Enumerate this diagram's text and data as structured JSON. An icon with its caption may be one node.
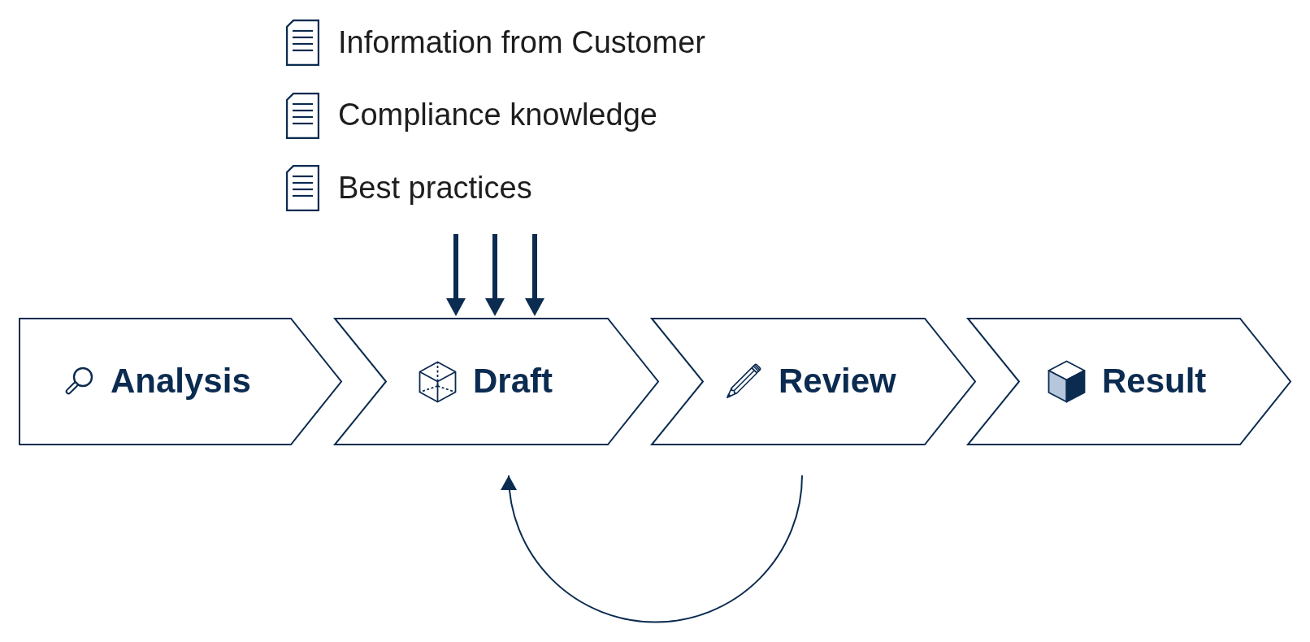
{
  "diagram": {
    "nodes": [
      {
        "text": [
          "Analysis"
        ]
      },
      {
        "text": [
          "Draft"
        ]
      },
      {
        "text": [
          "Review"
        ]
      },
      {
        "text": [
          "Result"
        ]
      }
    ],
    "edges": [
      {
        "from": null,
        "to": 1,
        "arrow": "to"
      },
      {
        "from": null,
        "to": 1,
        "arrow": "to"
      },
      {
        "from": null,
        "to": 1,
        "arrow": "to"
      },
      {
        "from": 2,
        "to": 1,
        "arrow": "to"
      }
    ],
    "labels": [
      "Information from Customer",
      "Compliance knowledge",
      "Best practices"
    ]
  }
}
